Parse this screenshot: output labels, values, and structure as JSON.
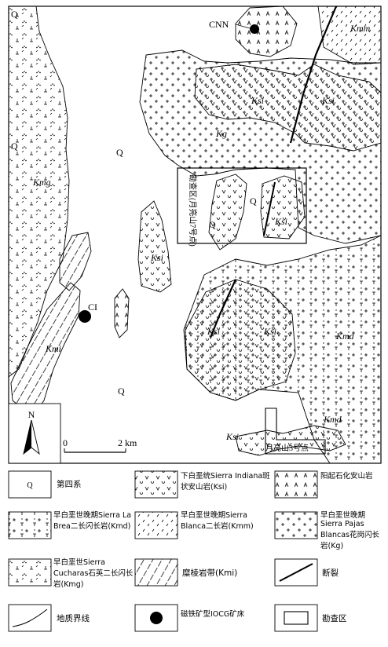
{
  "map": {
    "labels": {
      "q1": "Q",
      "q2": "Q",
      "q3": "Q",
      "q4": "Q",
      "q5": "Q",
      "q6": "Q",
      "kmm": "Kmm",
      "ksi1": "Ksi",
      "ksi2": "Ksi",
      "ksi3": "Ksi",
      "ksi4": "Ksi",
      "ksi5": "Ksi",
      "ksi6": "Ksi",
      "kg": "Kg",
      "kmg": "Kmg",
      "kmi": "Kmi",
      "kmd1": "Kmd",
      "kmd2": "Kmd",
      "cnn": "CNN",
      "ci": "CI",
      "survey_box_label": "勘查区(月亮山7号点)",
      "survey_small_label": "月亮山3号点",
      "north": "N",
      "scale_zero": "0",
      "scale_end": "2 km"
    }
  },
  "legend": {
    "items": [
      {
        "id": "q",
        "text": "第四系"
      },
      {
        "id": "ksi",
        "text": "下白垩统Sierra Indiana斑状安山岩(Ksi)"
      },
      {
        "id": "kap",
        "text": "阳起石化安山岩"
      },
      {
        "id": "kmd",
        "text": "早白垩世晚期Sierra La Brea二长闪长岩(Kmd)"
      },
      {
        "id": "kmm",
        "text": "早白垩世晚期Sierra Blanca二长岩(Kmm)"
      },
      {
        "id": "kg",
        "text": "早白垩世晚期Sierra Pajas Blancas花岗闪长岩(Kg)"
      },
      {
        "id": "kmg",
        "text": "早白垩世Sierra Cucharas石英二长闪长岩(Kmg)"
      },
      {
        "id": "kmi",
        "text": "糜棱岩带(Kmi)"
      },
      {
        "id": "fault",
        "text": "断裂"
      },
      {
        "id": "contact",
        "text": "地质界线"
      },
      {
        "id": "deposit",
        "text": "磁铁矿型IOCG矿床"
      },
      {
        "id": "survey",
        "text": "勘查区"
      }
    ]
  }
}
